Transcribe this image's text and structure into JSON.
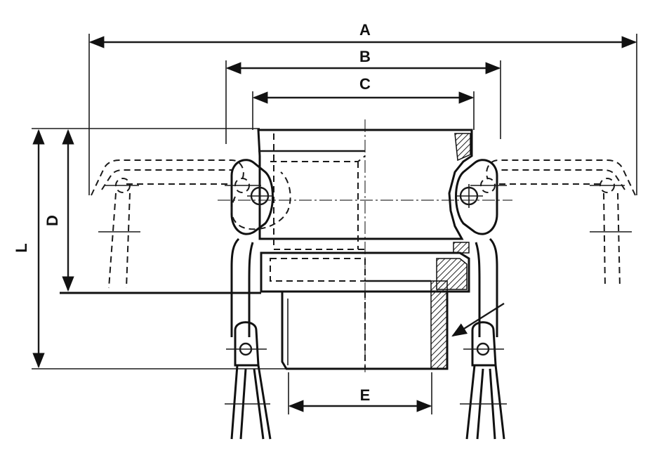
{
  "dimensions": {
    "a": "A",
    "b": "B",
    "c": "C",
    "d": "D",
    "e": "E",
    "l": "L"
  },
  "colors": {
    "line": "#1a1a1a",
    "hatch": "#222222",
    "background": "#ffffff"
  }
}
